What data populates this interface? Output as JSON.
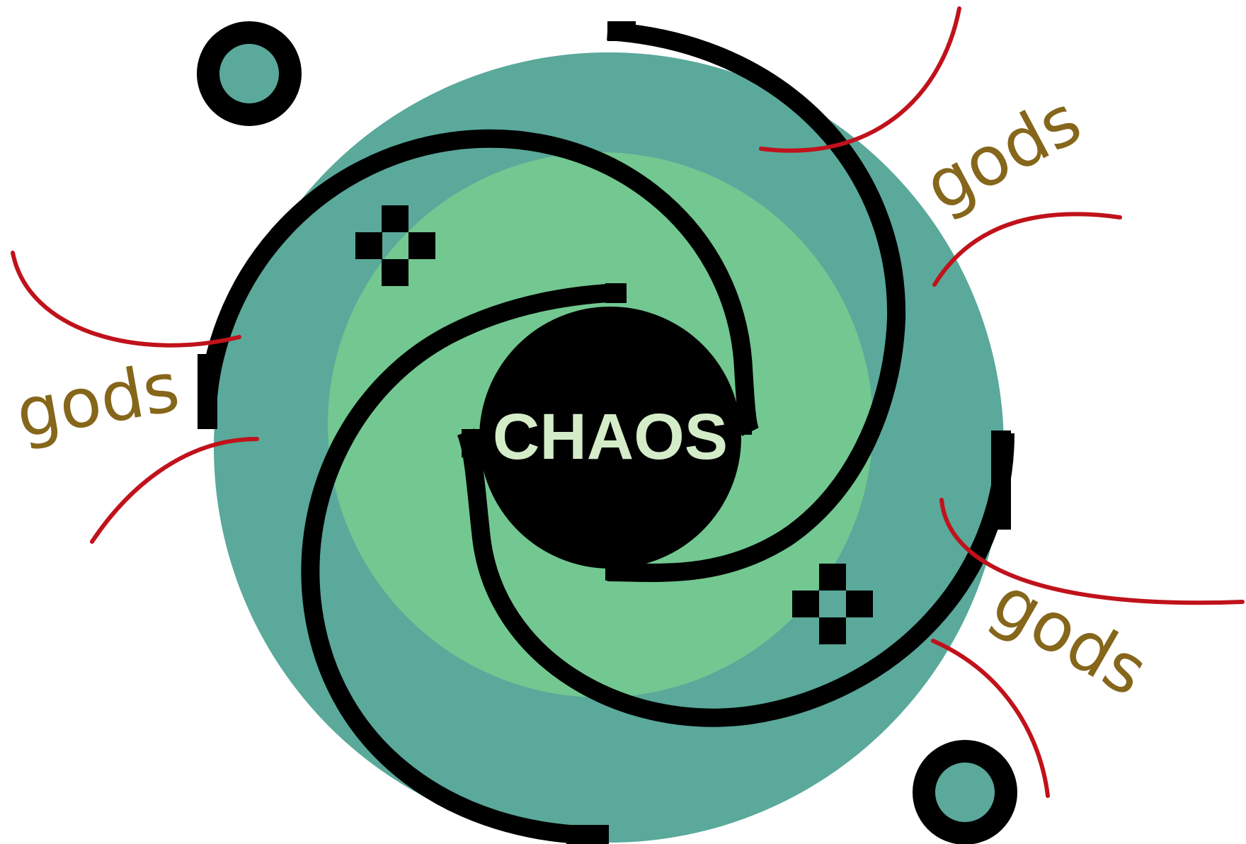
{
  "center_label": "CHAOS",
  "gods_labels": [
    "gods",
    "gods",
    "gods"
  ],
  "colors": {
    "outer_disc": "#5aa99b",
    "inner_disc": "#72c890",
    "core": "#000000",
    "center_text": "#d5ecc9",
    "gods_text": "#85661a",
    "red_lines": "#c0121b",
    "arms": "#000000"
  }
}
